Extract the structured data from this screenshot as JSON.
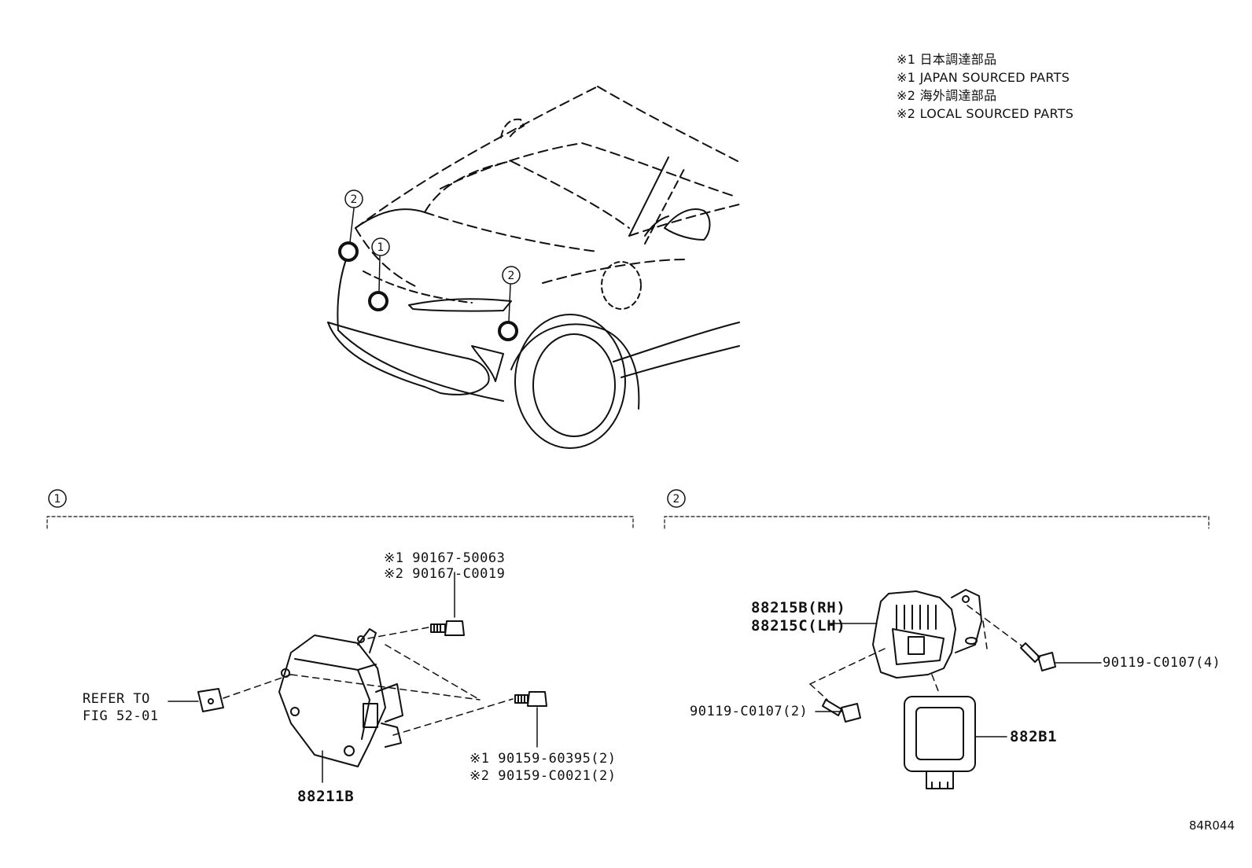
{
  "legend": {
    "line1": "※1 日本調達部品",
    "line2": "※1 JAPAN SOURCED PARTS",
    "line3": "※2 海外調達部品",
    "line4": "※2 LOCAL SOURCED PARTS"
  },
  "callouts": {
    "one": "1",
    "two": "2"
  },
  "section1": {
    "marker": "1",
    "bolt_top_1": "※1 90167-50063",
    "bolt_top_2": "※2 90167-C0019",
    "refer_1": "REFER TO",
    "refer_2": "FIG 52-01",
    "bolt_side_1": "※1 90159-60395(2)",
    "bolt_side_2": "※2 90159-C0021(2)",
    "part": "88211B"
  },
  "section2": {
    "marker": "2",
    "part_rh": "88215B(RH)",
    "part_lh": "88215C(LH)",
    "bolt_right": "90119-C0107(4)",
    "bolt_left": "90119-C0107(2)",
    "sensor": "882B1"
  },
  "diagram_code": "84R044"
}
